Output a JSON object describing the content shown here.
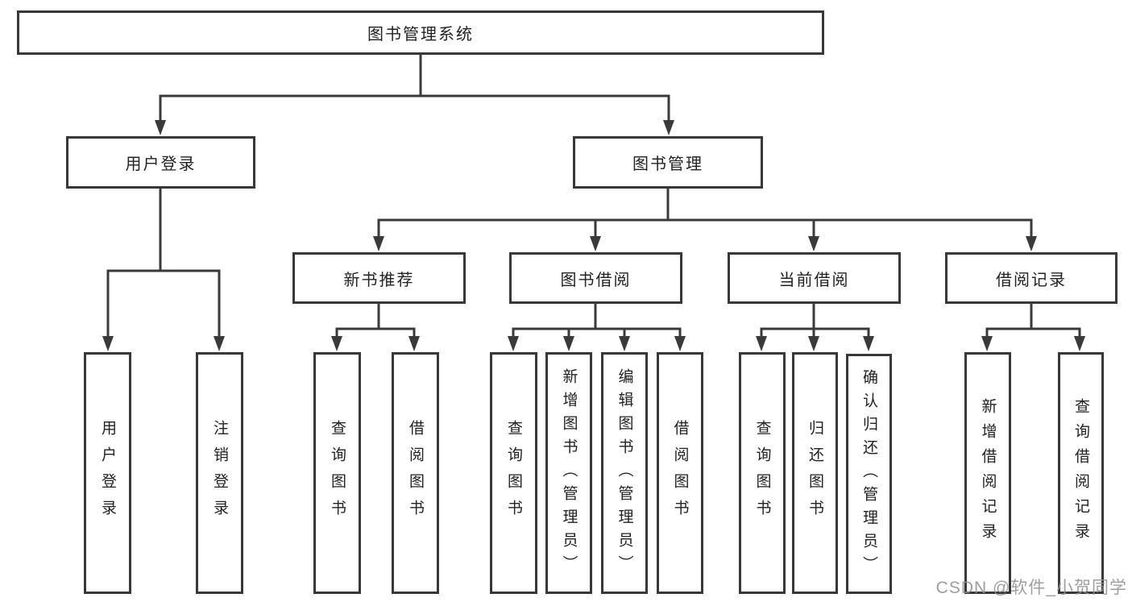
{
  "diagram_type": "hierarchy-tree",
  "nodes": {
    "root": "图书管理系统",
    "level2": [
      "用户登录",
      "图书管理"
    ],
    "level3": [
      "新书推荐",
      "图书借阅",
      "当前借阅",
      "借阅记录"
    ],
    "leaves": {
      "user": [
        "用户登录",
        "注销登录"
      ],
      "recommend": [
        "查询图书",
        "借阅图书"
      ],
      "borrow": [
        "查询图书",
        "新增图书（管理员）",
        "编辑图书（管理员）",
        "借阅图书"
      ],
      "current": [
        "查询图书",
        "归还图书",
        "确认归还（管理员）"
      ],
      "records": [
        "新增借阅记录",
        "查询借阅记录"
      ]
    }
  },
  "watermark": "CSDN @软件_小贺同学",
  "colors": {
    "line": "#3a3a3a",
    "border": "#383838",
    "text": "#222222",
    "watermark_gray": "#919191",
    "background": "#ffffff"
  }
}
